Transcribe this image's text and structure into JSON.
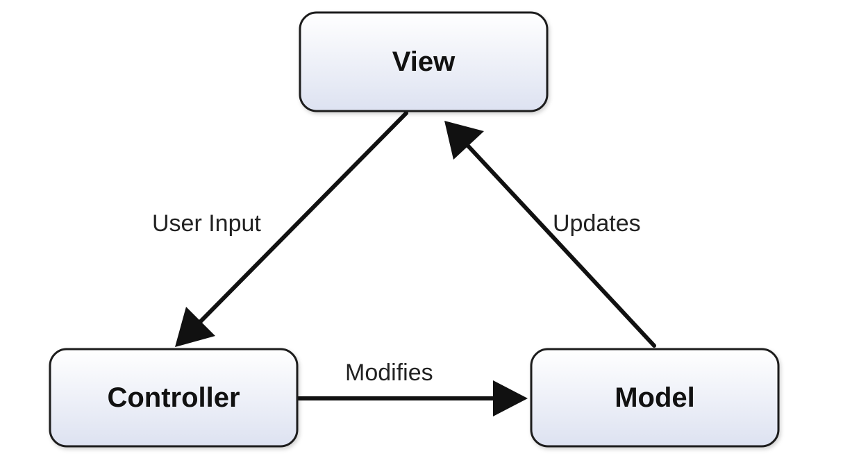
{
  "colors": {
    "box_fill_top": "#ffffff",
    "box_fill_bottom": "#dde2f1",
    "box_stroke": "#1c1c1c",
    "arrow": "#111111",
    "text": "#111111"
  },
  "nodes": {
    "view": "View",
    "controller": "Controller",
    "model": "Model"
  },
  "edges": {
    "view_to_controller": "User Input",
    "model_to_view": "Updates",
    "controller_to_model": "Modifies"
  }
}
